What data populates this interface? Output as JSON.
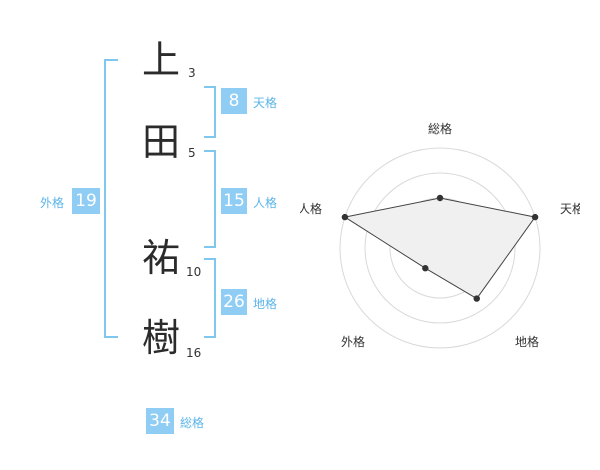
{
  "colors": {
    "accent": "#8fcdf5",
    "bracket": "#80c7f0",
    "label": "#5cb4ea",
    "radar_fill": "#f0f0f0"
  },
  "name": {
    "characters": [
      {
        "char": "上",
        "strokes": "3"
      },
      {
        "char": "田",
        "strokes": "5"
      },
      {
        "char": "祐",
        "strokes": "10"
      },
      {
        "char": "樹",
        "strokes": "16"
      }
    ]
  },
  "kaku": {
    "tenkaku": {
      "value": "8",
      "label": "天格"
    },
    "jinkaku": {
      "value": "15",
      "label": "人格"
    },
    "chikaku": {
      "value": "26",
      "label": "地格"
    },
    "gaikaku": {
      "value": "19",
      "label": "外格"
    },
    "soukaku": {
      "value": "34",
      "label": "総格"
    }
  },
  "chart_data": {
    "type": "radar",
    "axes": [
      "総格",
      "天格",
      "地格",
      "外格",
      "人格"
    ],
    "rings": 4,
    "range": [
      0,
      4
    ],
    "values": [
      2,
      4,
      2.5,
      1,
      4
    ]
  }
}
